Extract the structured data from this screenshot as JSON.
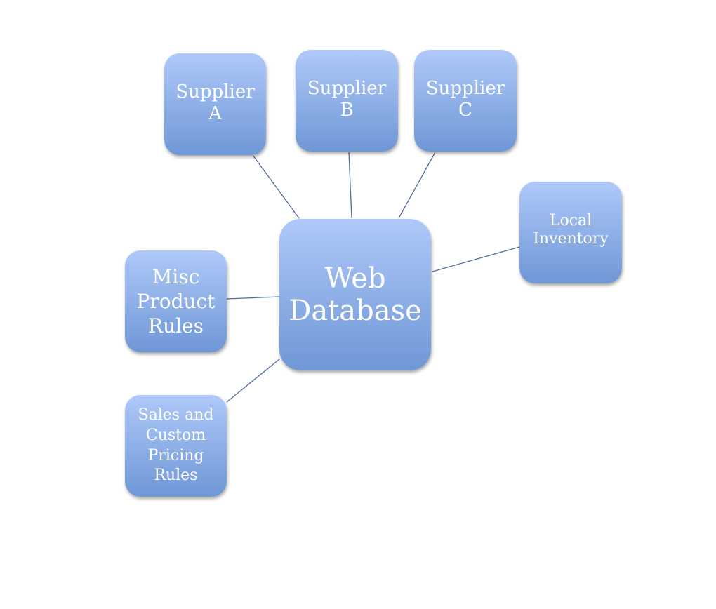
{
  "colors": {
    "gradient_top": "#afc9f9",
    "gradient_bottom": "#6f97d6",
    "connector": "#4f6d9c",
    "text": "#ffffff"
  },
  "center": {
    "lines": [
      "Web",
      "Database"
    ]
  },
  "nodes": [
    {
      "id": "supplier-a",
      "lines": [
        "Supplier",
        "A"
      ]
    },
    {
      "id": "supplier-b",
      "lines": [
        "Supplier",
        "B"
      ]
    },
    {
      "id": "supplier-c",
      "lines": [
        "Supplier",
        "C"
      ]
    },
    {
      "id": "local-inventory",
      "lines": [
        "Local",
        "Inventory"
      ]
    },
    {
      "id": "misc-product-rules",
      "lines": [
        "Misc",
        "Product",
        "Rules"
      ]
    },
    {
      "id": "sales-custom-pricing-rules",
      "lines": [
        "Sales and",
        "Custom",
        "Pricing",
        "Rules"
      ]
    }
  ]
}
